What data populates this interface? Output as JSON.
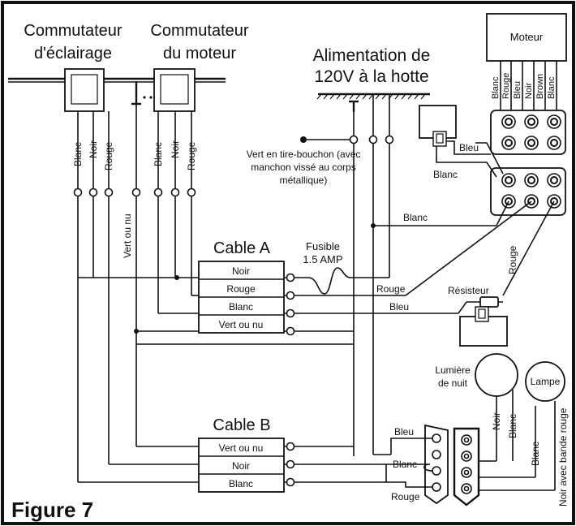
{
  "figure_label": "Figure 7",
  "switches": {
    "light": {
      "line1": "Commutateur",
      "line2": "d'éclairage"
    },
    "motor": {
      "line1": "Commutateur",
      "line2": "du moteur"
    }
  },
  "power": {
    "line1": "Alimentation de",
    "line2": "120V à la hotte"
  },
  "motor_box": {
    "title": "Moteur",
    "wires": [
      "Blanc",
      "Rouge",
      "Bleu",
      "Noir",
      "Brown",
      "Blanc"
    ]
  },
  "switch_wires": {
    "light": [
      "Blanc",
      "Noir",
      "Rouge"
    ],
    "motor": [
      "Blanc",
      "Noir",
      "Rouge"
    ]
  },
  "ground_wire": "Vert ou nu",
  "ground_note": {
    "line1": "Vert en tire-bouchon (avec",
    "line2": "manchon vissé au corps",
    "line3": "métallique)"
  },
  "cable_a": {
    "title": "Cable A",
    "rows": [
      "Noir",
      "Rouge",
      "Blanc",
      "Vert ou nu"
    ]
  },
  "fuse": {
    "line1": "Fusible",
    "line2": "1.5 AMP"
  },
  "cable_b": {
    "title": "Cable B",
    "rows": [
      "Vert ou nu",
      "Noir",
      "Blanc"
    ]
  },
  "labels": {
    "bleu_top": "Bleu",
    "blanc_top": "Blanc",
    "blanc_mid": "Blanc",
    "rouge_vertical": "Rouge",
    "rouge_a": "Rouge",
    "bleu_a": "Bleu",
    "resistor": "Résisteur",
    "bleu_b": "Bleu",
    "blanc_b": "Blanc",
    "rouge_b": "Rouge"
  },
  "night_light": {
    "line1": "Lumière",
    "line2": "de nuit",
    "wire": "Noir",
    "wire2": "Blanc"
  },
  "lamp": {
    "label": "Lampe",
    "wire": "Blanc",
    "wire2": "Noir avec bande rouge"
  }
}
